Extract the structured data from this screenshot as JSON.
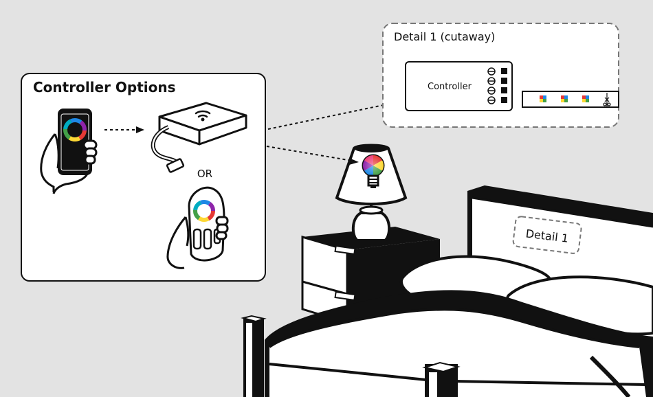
{
  "controller_options": {
    "title": "Controller Options",
    "or_label": "OR"
  },
  "detail_panel": {
    "title": "Detail 1 (cutaway)",
    "controller_label": "Controller"
  },
  "headboard_tag": "Detail 1",
  "colors": {
    "background": "#e3e3e3",
    "outline": "#111111",
    "panel_fill": "#ffffff"
  },
  "icons": [
    "smartphone-icon",
    "wifi-hub-icon",
    "remote-control-icon",
    "rgb-bulb-icon",
    "color-wheel-icon",
    "rgb-led-chip-icon"
  ]
}
